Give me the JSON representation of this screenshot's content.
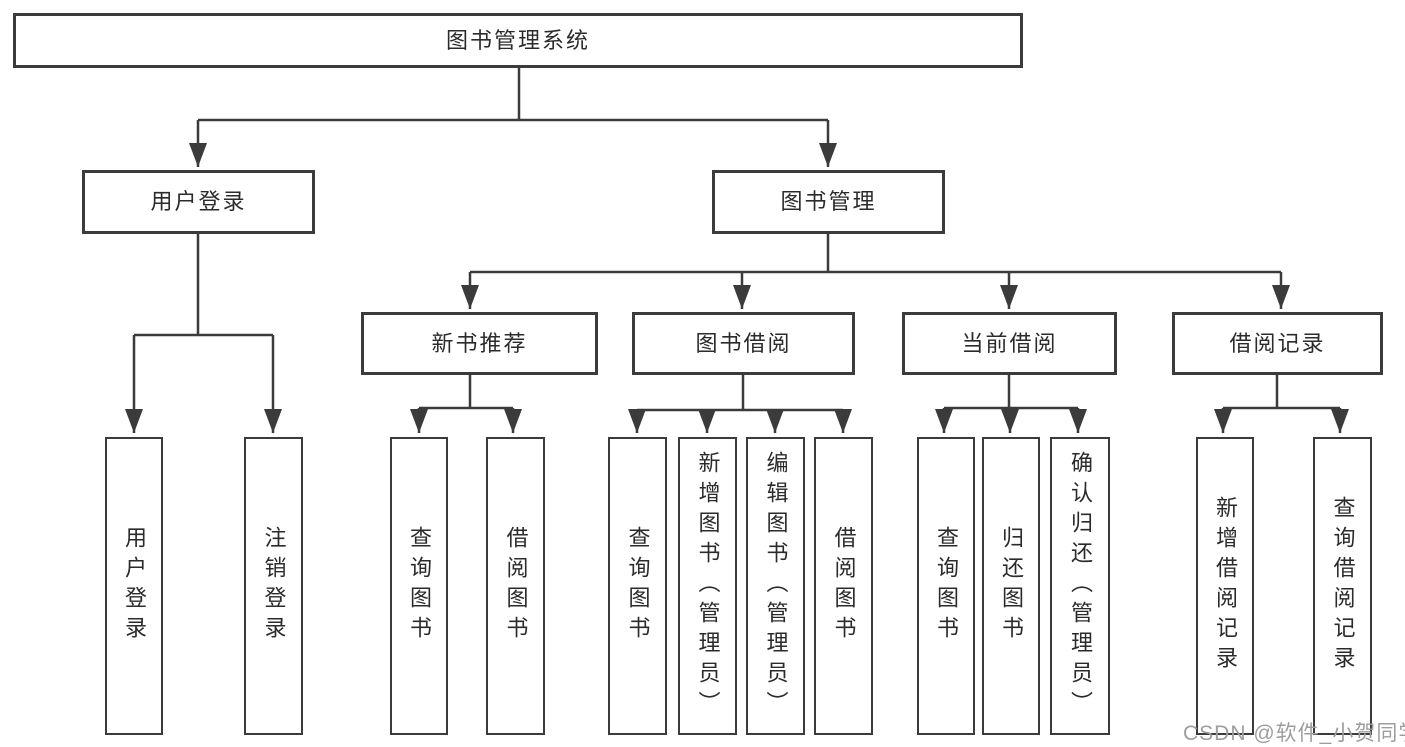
{
  "nodes": {
    "root": {
      "label": "图书管理系统"
    },
    "user_login": {
      "label": "用户登录"
    },
    "book_mgmt": {
      "label": "图书管理"
    },
    "new_books": {
      "label": "新书推荐"
    },
    "book_borrow": {
      "label": "图书借阅"
    },
    "current_borrow": {
      "label": "当前借阅"
    },
    "borrow_records": {
      "label": "借阅记录"
    },
    "leaf_user_login": {
      "label": "用户登录"
    },
    "leaf_logout": {
      "label": "注销登录"
    },
    "leaf_nb_query": {
      "label": "查询图书"
    },
    "leaf_nb_borrow": {
      "label": "借阅图书"
    },
    "leaf_bw_query": {
      "label": "查询图书"
    },
    "leaf_bw_add": {
      "label": "新增图书（管理员）"
    },
    "leaf_bw_edit": {
      "label": "编辑图书（管理员）"
    },
    "leaf_bw_borrow": {
      "label": "借阅图书"
    },
    "leaf_cu_query": {
      "label": "查询图书"
    },
    "leaf_cu_return": {
      "label": "归还图书"
    },
    "leaf_cu_confirm": {
      "label": "确认归还（管理员）"
    },
    "leaf_rc_add": {
      "label": "新增借阅记录"
    },
    "leaf_rc_query": {
      "label": "查询借阅记录"
    }
  },
  "edges": [
    [
      "root",
      "user_login"
    ],
    [
      "root",
      "book_mgmt"
    ],
    [
      "user_login",
      "leaf_user_login"
    ],
    [
      "user_login",
      "leaf_logout"
    ],
    [
      "book_mgmt",
      "new_books"
    ],
    [
      "book_mgmt",
      "book_borrow"
    ],
    [
      "book_mgmt",
      "current_borrow"
    ],
    [
      "book_mgmt",
      "borrow_records"
    ],
    [
      "new_books",
      "leaf_nb_query"
    ],
    [
      "new_books",
      "leaf_nb_borrow"
    ],
    [
      "book_borrow",
      "leaf_bw_query"
    ],
    [
      "book_borrow",
      "leaf_bw_add"
    ],
    [
      "book_borrow",
      "leaf_bw_edit"
    ],
    [
      "book_borrow",
      "leaf_bw_borrow"
    ],
    [
      "current_borrow",
      "leaf_cu_query"
    ],
    [
      "current_borrow",
      "leaf_cu_return"
    ],
    [
      "current_borrow",
      "leaf_cu_confirm"
    ],
    [
      "borrow_records",
      "leaf_rc_add"
    ],
    [
      "borrow_records",
      "leaf_rc_query"
    ]
  ],
  "watermark": {
    "text": "CSDN @软件_小贺同学"
  },
  "colors": {
    "line": "#3b3b3b",
    "box_border": "#3b3b3b",
    "box_fill": "#ffffff",
    "text": "#2b2b2b",
    "watermark": "#9e9e9e",
    "background": "#ffffff"
  }
}
